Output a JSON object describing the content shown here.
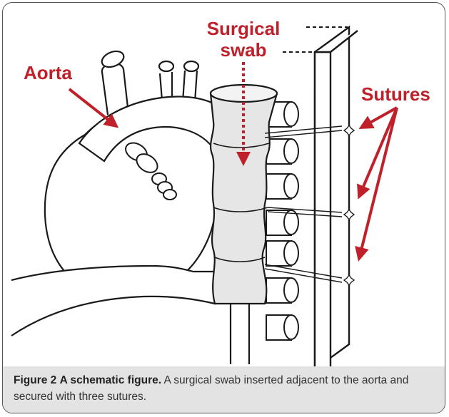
{
  "labels": {
    "aorta": "Aorta",
    "swab_line1": "Surgical",
    "swab_line2": "swab",
    "sutures": "Sutures"
  },
  "caption": {
    "figure_number": "Figure 2",
    "title": "A schematic figure.",
    "text": "A surgical swab inserted adjacent to the aorta and secured with three sutures."
  },
  "colors": {
    "label_red": "#c0202a",
    "caption_background": "#e3e3e3",
    "outline": "#1a1a1a"
  }
}
